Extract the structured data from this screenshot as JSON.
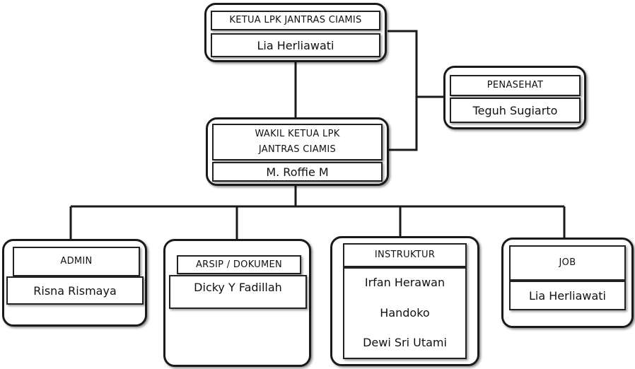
{
  "chart": {
    "top": {
      "title": "KETUA LPK JANTRAS CIAMIS",
      "name": "Lia Herliawati"
    },
    "advisor": {
      "title": "PENASEHAT",
      "name": "Teguh Sugiarto"
    },
    "deputy": {
      "title": "WAKIL KETUA LPK JANTRAS CIAMIS",
      "name": "M. Roffie M"
    },
    "admin": {
      "title": "ADMIN",
      "name": "Risna Rismaya"
    },
    "archive": {
      "title": "ARSIP / DOKUMEN",
      "name": "Dicky Y Fadillah"
    },
    "instructor": {
      "title": "INSTRUKTUR",
      "names": [
        "Irfan Herawan",
        "Handoko",
        "Dewi Sri Utami"
      ]
    },
    "job": {
      "title": "JOB",
      "name": "Lia Herliawati"
    }
  },
  "colors": {
    "line": "#1a1a1a",
    "box_border": "#1a1a1a",
    "background": "#ffffff"
  }
}
